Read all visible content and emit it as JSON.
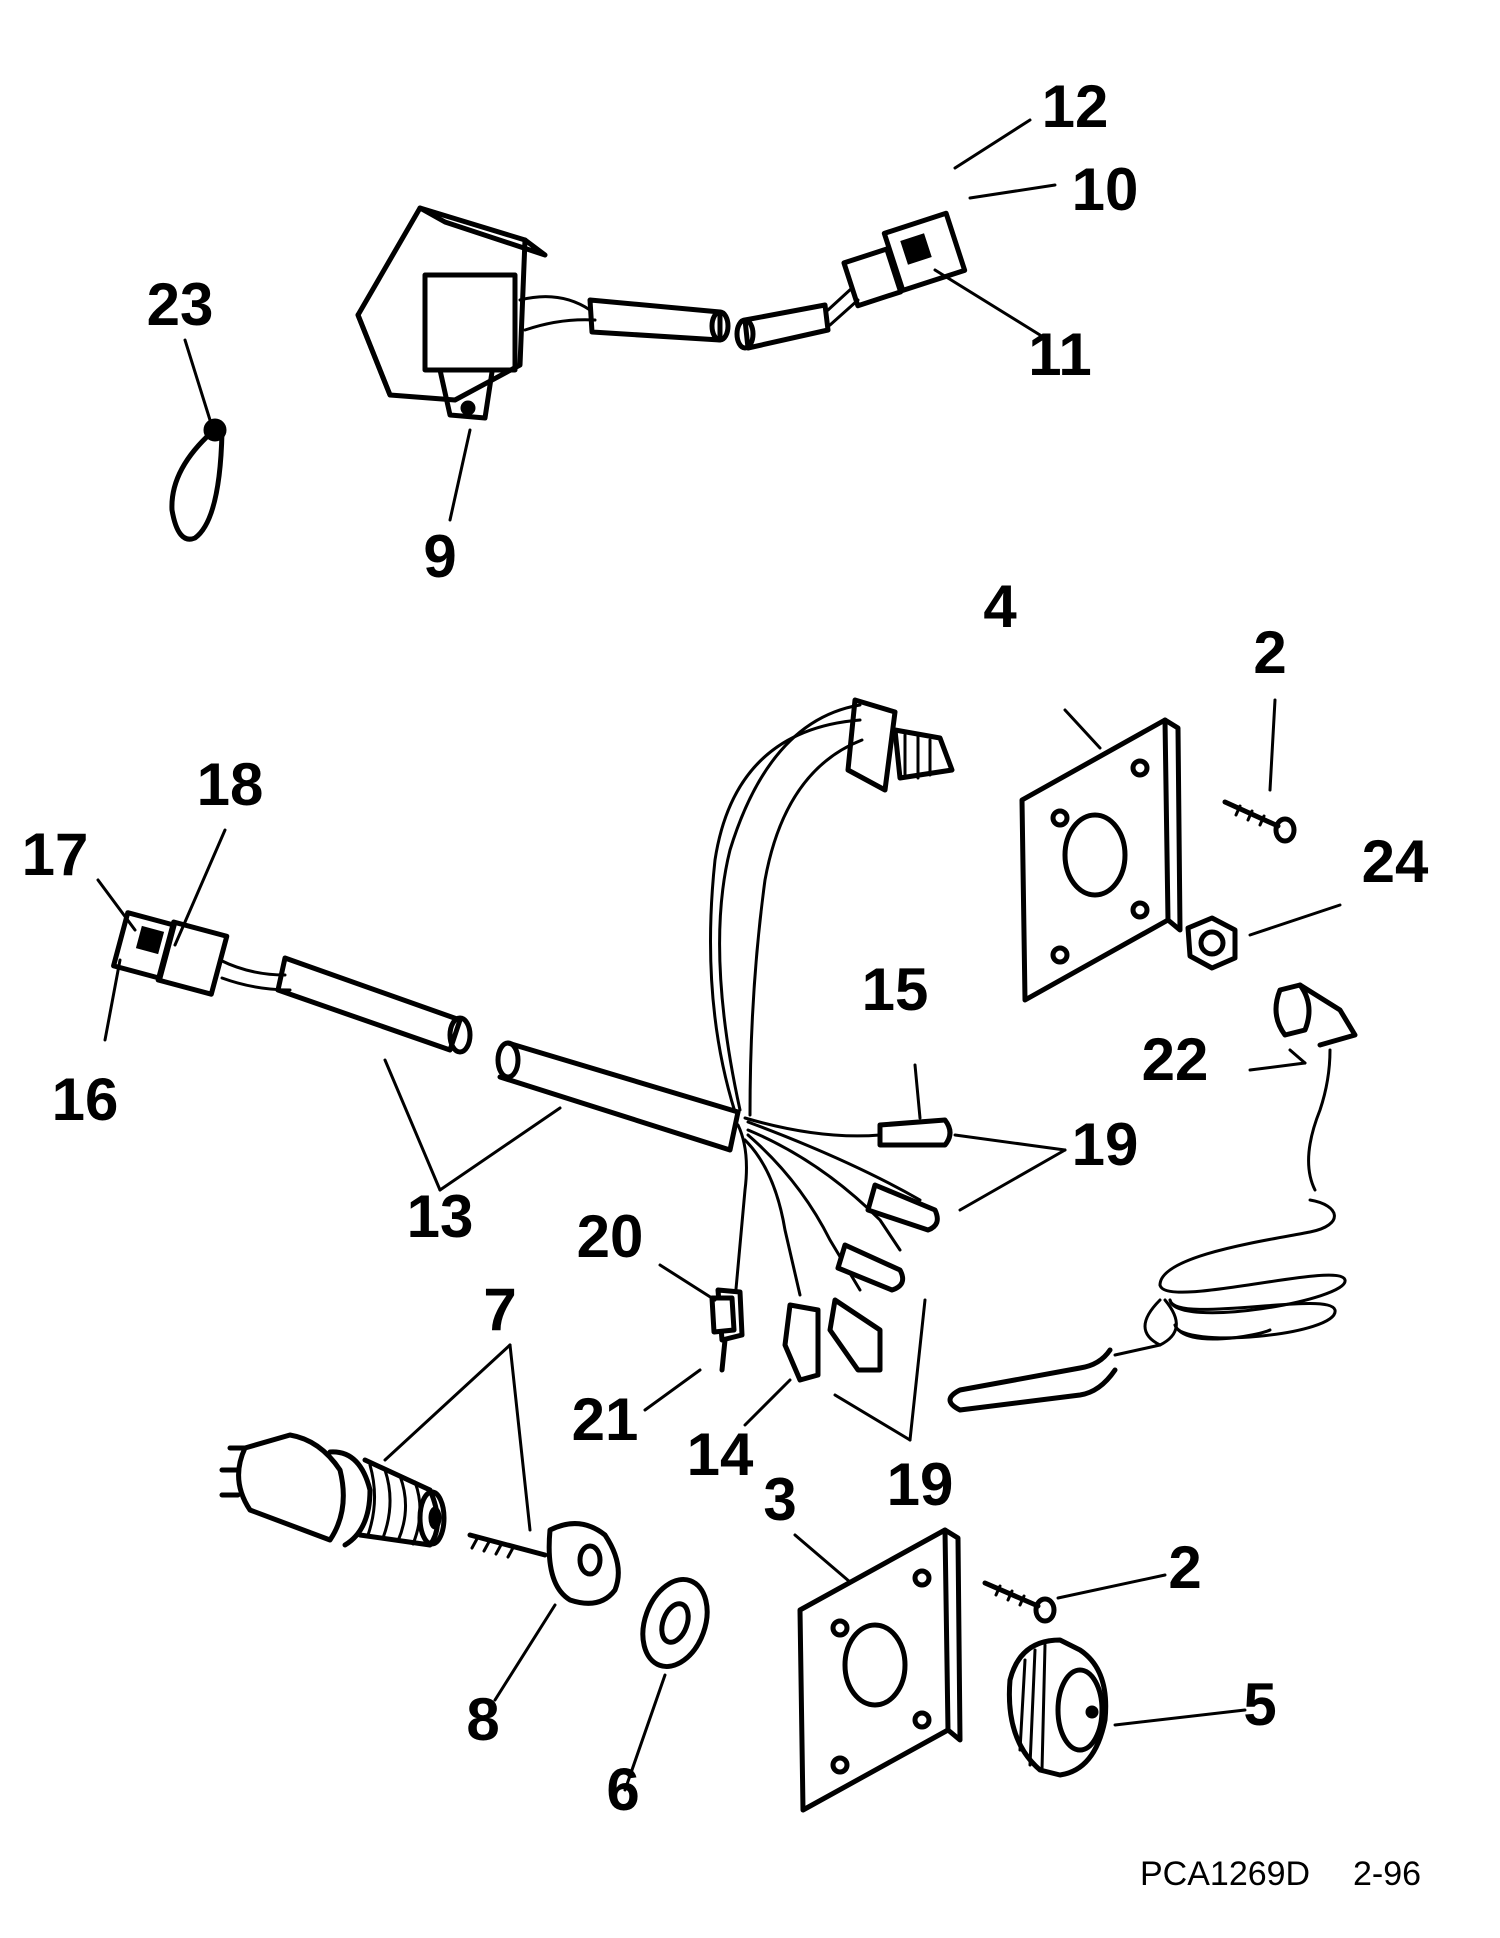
{
  "callouts": {
    "c2a": "2",
    "c2b": "2",
    "c3": "3",
    "c4": "4",
    "c5": "5",
    "c6": "6",
    "c7": "7",
    "c8": "8",
    "c9": "9",
    "c10": "10",
    "c11": "11",
    "c12": "12",
    "c13": "13",
    "c14": "14",
    "c15": "15",
    "c16": "16",
    "c17": "17",
    "c18": "18",
    "c19a": "19",
    "c19b": "19",
    "c20": "20",
    "c21": "21",
    "c22": "22",
    "c23": "23",
    "c24": "24"
  },
  "footer": {
    "drawing_code": "PCA1269D",
    "date_code": "2-96"
  }
}
